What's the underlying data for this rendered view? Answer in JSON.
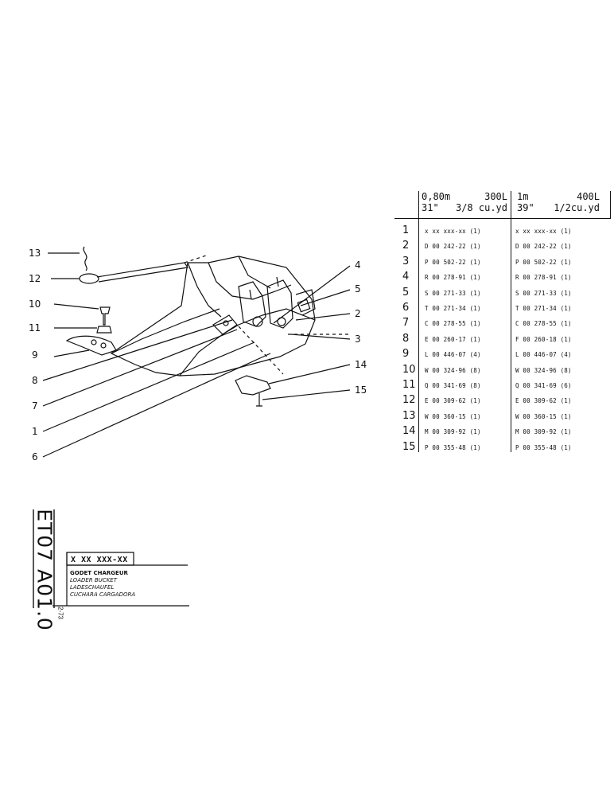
{
  "callouts": [
    "13",
    "12",
    "10",
    "11",
    "9",
    "8",
    "7",
    "1",
    "6",
    "4",
    "5",
    "2",
    "3",
    "14",
    "15"
  ],
  "table": {
    "col1_line1_left": "0,80m",
    "col1_line1_right": "300L",
    "col1_line2_left": "31\"",
    "col1_line2_right": "3/8 cu.yd",
    "col2_line1_left": "1m",
    "col2_line1_right": "400L",
    "col2_line2_left": "39\"",
    "col2_line2_right": "1/2cu.yd",
    "rows": [
      {
        "n": "1",
        "a": "x xx xxx-xx (1)",
        "b": "x xx xxx-xx (1)"
      },
      {
        "n": "2",
        "a": "D 00 242-22 (1)",
        "b": "D 00 242-22 (1)"
      },
      {
        "n": "3",
        "a": "P 00 502-22 (1)",
        "b": "P 00 502-22 (1)"
      },
      {
        "n": "4",
        "a": "R 00 278-91 (1)",
        "b": "R 00 278-91 (1)"
      },
      {
        "n": "5",
        "a": "S 00 271-33 (1)",
        "b": "S 00 271-33 (1)"
      },
      {
        "n": "6",
        "a": "T 00 271-34 (1)",
        "b": "T 00 271-34 (1)"
      },
      {
        "n": "7",
        "a": "C 00 278-55 (1)",
        "b": "C 00 278-55 (1)"
      },
      {
        "n": "8",
        "a": "E 00 260-17 (1)",
        "b": "F 00 260-18 (1)"
      },
      {
        "n": "9",
        "a": "L 00 446-07 (4)",
        "b": "L 00 446-07 (4)"
      },
      {
        "n": "10",
        "a": "W 00 324-96 (8)",
        "b": "W 00 324-96 (8)"
      },
      {
        "n": "11",
        "a": "Q 00 341-69 (8)",
        "b": "Q 00 341-69 (6)"
      },
      {
        "n": "12",
        "a": "E 00 309-62 (1)",
        "b": "E 00 309-62 (1)"
      },
      {
        "n": "13",
        "a": "W 00 360-15 (1)",
        "b": "W 00 360-15 (1)"
      },
      {
        "n": "14",
        "a": "M 00 309-92 (1)",
        "b": "M 00 309-92 (1)"
      },
      {
        "n": "15",
        "a": "P 00 355-48 (1)",
        "b": "P 00 355-48 (1)"
      }
    ]
  },
  "title_block": {
    "doc_id": "ET07 A01.0",
    "date": "2-73",
    "part_number": "X XX  XXX-XX",
    "desc_fr": "GODET CHARGEUR",
    "desc_en": "LOADER BUCKET",
    "desc_de": "LADESCHAUFEL",
    "desc_es": "CUCHARA CARGADORA"
  }
}
